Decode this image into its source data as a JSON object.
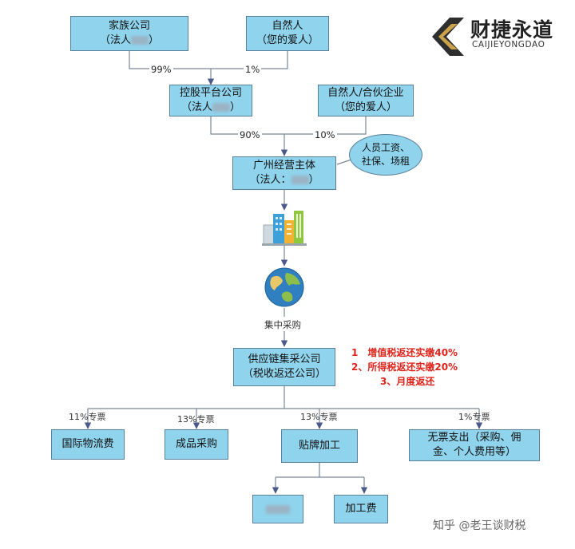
{
  "logo": {
    "name": "财捷永道",
    "sub": "CAIJIEYONGDAO"
  },
  "nodes": {
    "family_company": {
      "line1": "家族公司",
      "line2_prefix": "（法人",
      "line2_suffix": "）"
    },
    "natural_person_top": {
      "line1": "自然人",
      "line2": "（您的爱人）"
    },
    "holding_platform": {
      "line1": "控股平台公司",
      "line2_prefix": "（法人",
      "line2_suffix": "）"
    },
    "partnership": {
      "line1": "自然人/合伙企业",
      "line2": "（您的爱人）"
    },
    "guangzhou_entity": {
      "line1": "广州经营主体",
      "line2_prefix": "（法人：",
      "line2_suffix": "）"
    },
    "expenses_bubble": {
      "line1": "人员工资、",
      "line2": "社保、场租"
    },
    "supply_chain": {
      "line1": "供应链集采公司",
      "line2": "（税收返还公司）"
    },
    "intl_logistics": {
      "label": "国际物流费"
    },
    "finished_goods": {
      "label": "成品采购"
    },
    "oem_processing": {
      "label": "贴牌加工"
    },
    "no_invoice": {
      "line1": "无票支出（采购、佣",
      "line2": "金、个人费用等）"
    },
    "processing_fee": {
      "label": "加工费"
    }
  },
  "edges": {
    "pct_99": "99%",
    "pct_1": "1%",
    "pct_90": "90%",
    "pct_10": "10%",
    "centralized_purchase": "集中采购",
    "tax_11": "11%专票",
    "tax_13a": "13%专票",
    "tax_13b": "13%专票",
    "tax_1": "1%专票"
  },
  "notes": {
    "line1": "1　增值税返还实缴40%",
    "line2": "2、所得税返还实缴20%",
    "line3": "3、月度返还"
  },
  "icons": {
    "buildings": "office-buildings-icon",
    "globe": "earth-globe-icon"
  },
  "colors": {
    "box_fill": "#8fd3ec",
    "box_border": "#5a7f96",
    "line": "#7a8899",
    "arrow": "#4b5a8a",
    "note_red": "#e0241b"
  },
  "watermark": "知乎 @老王谈财税"
}
